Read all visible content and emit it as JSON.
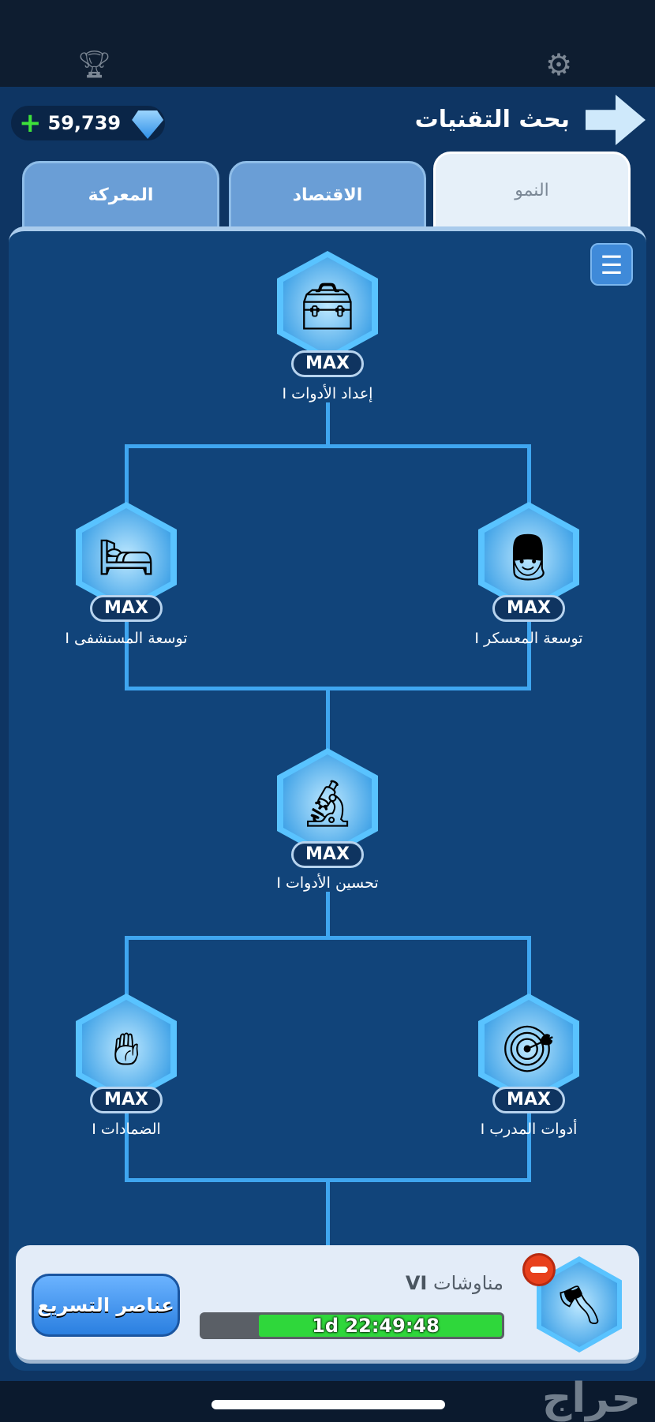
{
  "header": {
    "title": "بحث التقنيات",
    "gems": "59,739",
    "back_icon": "arrow-icon",
    "trophy_icon": "trophy-icon",
    "settings_icon": "gear-icon"
  },
  "tabs": [
    {
      "label": "النمو",
      "active": true
    },
    {
      "label": "الاقتصاد",
      "active": false
    },
    {
      "label": "المعركة",
      "active": false
    }
  ],
  "tree": {
    "nodes": [
      {
        "label": "إعداد الأدوات I",
        "status": "MAX",
        "icon": "toolbox-icon"
      },
      {
        "label": "توسعة المستشفى I",
        "status": "MAX",
        "icon": "hospital-bed-icon"
      },
      {
        "label": "توسعة المعسكر I",
        "status": "MAX",
        "icon": "soldiers-icon"
      },
      {
        "label": "تحسين الأدوات I",
        "status": "MAX",
        "icon": "microscope-icon"
      },
      {
        "label": "الضمادات I",
        "status": "MAX",
        "icon": "bandage-hand-icon"
      },
      {
        "label": "أدوات المدرب I",
        "status": "MAX",
        "icon": "training-target-icon"
      }
    ]
  },
  "research": {
    "name": "مناوشات",
    "level": "VI",
    "timer": "1d 22:49:48",
    "progress": 0.81,
    "speedup_label": "عناصر التسريع",
    "icon": "battle-axe-icon"
  },
  "watermark": "حراج",
  "colors": {
    "panel": "#11447a",
    "line": "#3fa6f0",
    "progress": "#2fd73b",
    "accent": "#3f8ad9"
  }
}
